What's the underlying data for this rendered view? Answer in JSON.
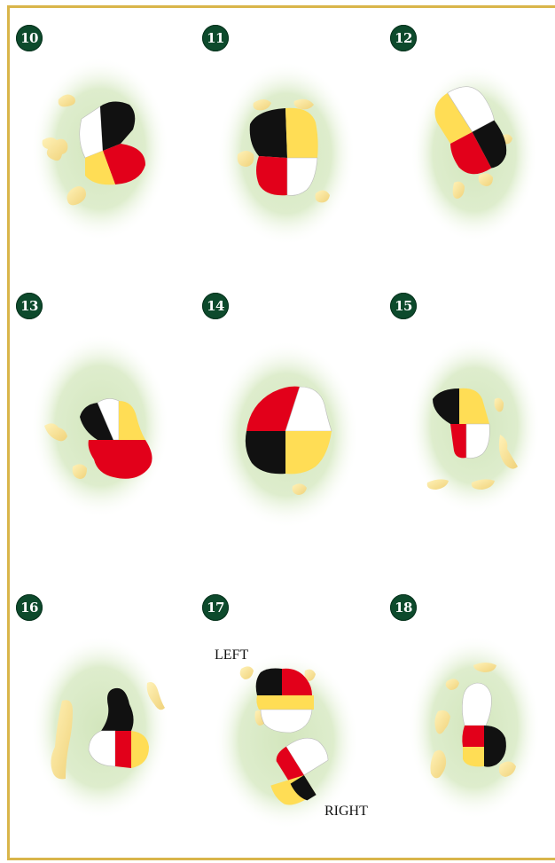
{
  "holes": [
    {
      "number": "10"
    },
    {
      "number": "11"
    },
    {
      "number": "12"
    },
    {
      "number": "13"
    },
    {
      "number": "14"
    },
    {
      "number": "15"
    },
    {
      "number": "16"
    },
    {
      "number": "17"
    },
    {
      "number": "18"
    }
  ],
  "labels": {
    "left": "LEFT",
    "right": "RIGHT"
  },
  "colors": {
    "frame": "#d9b54a",
    "badge": "#0d4a2c",
    "fairway": "#d7e8c4",
    "bunker": "#f5dc8c",
    "quad_black": "#111111",
    "quad_red": "#e2001a",
    "quad_yellow": "#ffdd55",
    "quad_white": "#ffffff"
  }
}
